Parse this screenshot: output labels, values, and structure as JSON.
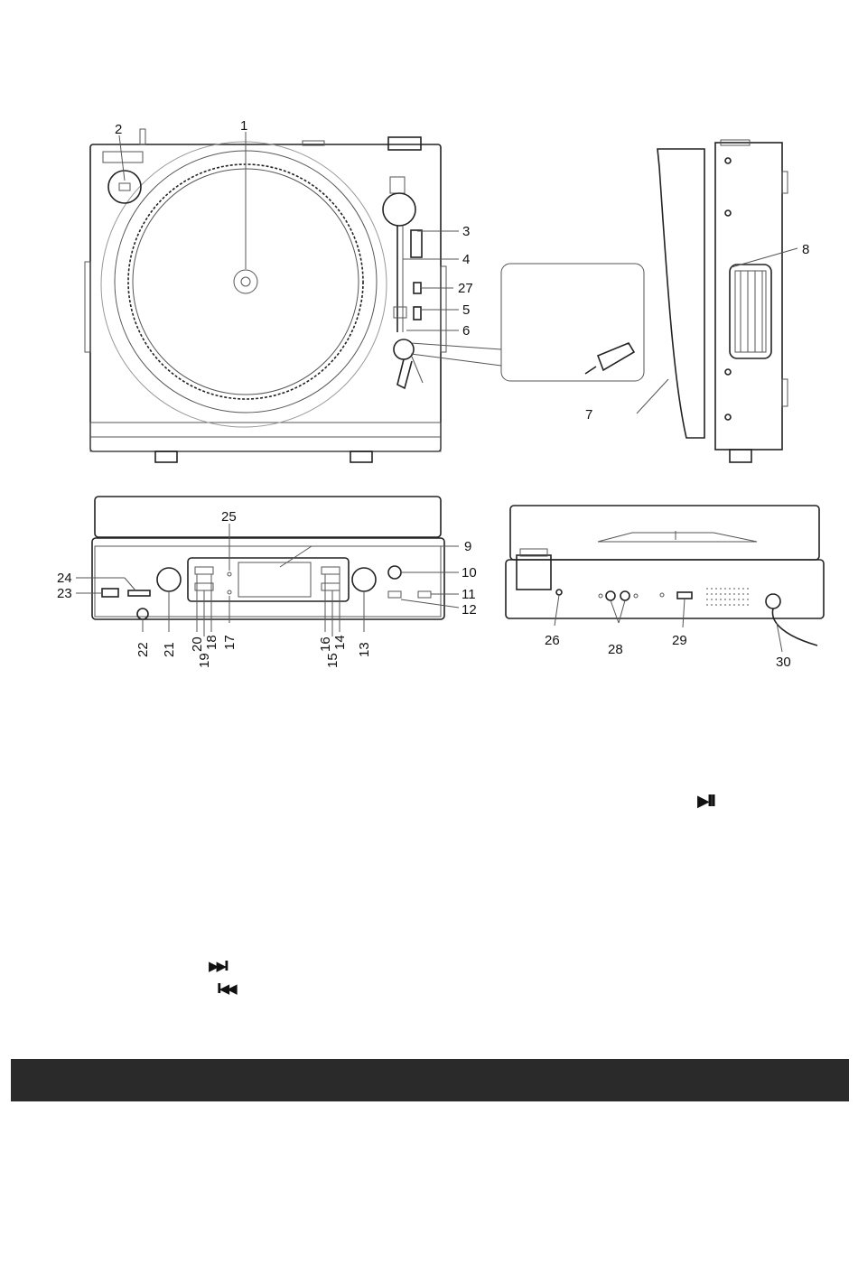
{
  "callouts": {
    "c1": "1",
    "c2": "2",
    "c3": "3",
    "c4": "4",
    "c5": "5",
    "c6": "6",
    "c7": "7",
    "c8": "8",
    "c9": "9",
    "c10": "10",
    "c11": "11",
    "c12": "12",
    "c13": "13",
    "c14": "14",
    "c15": "15",
    "c16": "16",
    "c17": "17",
    "c18": "18",
    "c19": "19",
    "c20": "20",
    "c21": "21",
    "c22": "22",
    "c23": "23",
    "c24": "24",
    "c25": "25",
    "c26": "26",
    "c27": "27",
    "c28": "28",
    "c29": "29",
    "c30": "30"
  },
  "icons": {
    "play_pause": "▶II",
    "next": "▶▶I",
    "prev": "I◀◀"
  },
  "footer": {
    "color": "#2a2a2a"
  }
}
